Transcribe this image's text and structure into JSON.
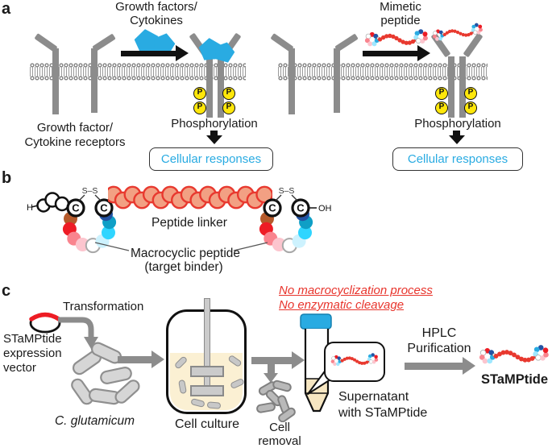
{
  "colors": {
    "accent_cyan": "#29ABE2",
    "red": "#E8342C",
    "receptor_gray": "#8C8C8C",
    "phospho_yellow": "#FFE70A",
    "broth_beige": "#FBF0D3"
  },
  "panel_a": {
    "label": "a",
    "p": "P",
    "left": {
      "title1": "Growth factors/",
      "title2": "Cytokines",
      "receptors1": "Growth factor/",
      "receptors2": "Cytokine receptors",
      "phospho": "Phosphorylation",
      "response": "Cellular responses"
    },
    "right": {
      "title1": "Mimetic",
      "title2": "peptide",
      "phospho": "Phosphorylation",
      "response": "Cellular responses"
    }
  },
  "panel_b": {
    "label": "b",
    "h": "H",
    "c": "C",
    "ss": "S–S",
    "oh": "OH",
    "linker": "Peptide linker",
    "macro1": "Macrocyclic peptide",
    "macro2": "(target binder)"
  },
  "panel_c": {
    "label": "c",
    "transformation": "Transformation",
    "vector1": "STaMPtide",
    "vector2": "expression",
    "vector3": "vector",
    "organism": "C. glutamicum",
    "culture": "Cell culture",
    "removal1": "Cell",
    "removal2": "removal",
    "note1": "No macrocyclization process",
    "note2": "No enzymatic cleavage",
    "supernatant1": "Supernatant",
    "supernatant2": "with STaMPtide",
    "hplc1": "HPLC",
    "hplc2": "Purification",
    "product": "STaMPtide"
  }
}
